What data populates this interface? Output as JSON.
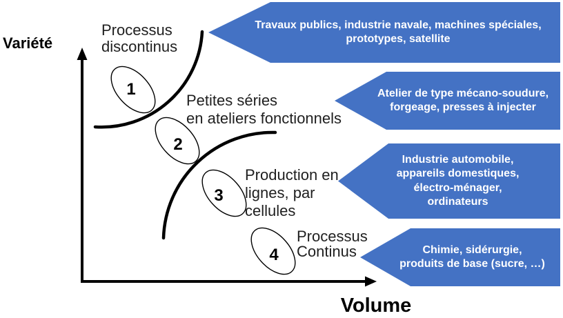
{
  "axes": {
    "y_label": "Variété",
    "x_label": "Volume"
  },
  "process_labels": [
    {
      "text": "Processus\ndiscontinus"
    },
    {
      "text": "Petites séries\nen ateliers fonctionnels"
    },
    {
      "text": "Production en\nlignes, par\ncellules"
    },
    {
      "text": "Processus\nContinus"
    }
  ],
  "ellipses": [
    {
      "number": "1"
    },
    {
      "number": "2"
    },
    {
      "number": "3"
    },
    {
      "number": "4"
    }
  ],
  "banners": [
    {
      "text": "Travaux publics, industrie navale, machines spéciales,\nprototypes, satellite"
    },
    {
      "text": "Atelier de type mécano-soudure,\nforgeage, presses à injecter"
    },
    {
      "text": "Industrie automobile,\nappareils domestiques,\nélectro-ménager,\nordinateurs"
    },
    {
      "text": "Chimie, sidérurgie,\nproduits de base (sucre, …)"
    }
  ],
  "colors": {
    "banner_fill": "#4472C4",
    "banner_text": "#FFFFFF",
    "ink": "#000000"
  }
}
